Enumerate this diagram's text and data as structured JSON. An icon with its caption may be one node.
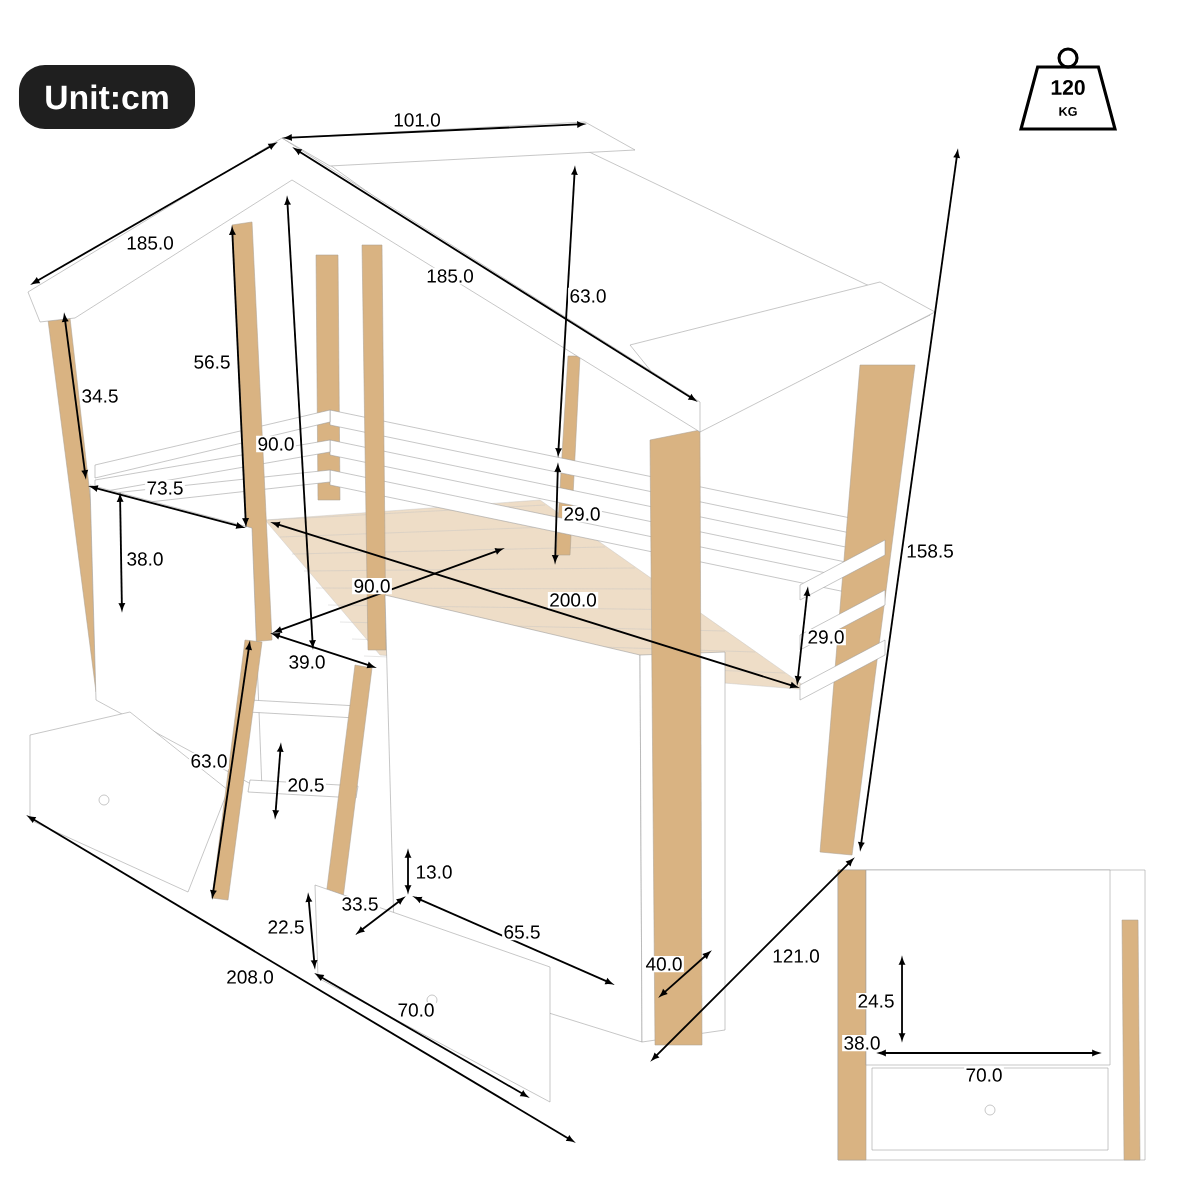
{
  "diagram": {
    "nodes": [
      {
        "text": [
          "Unit:cm"
        ]
      },
      {
        "text": [
          "120",
          "KG"
        ]
      }
    ],
    "labels": [
      "101.0",
      "185.0",
      "185.0",
      "63.0",
      "56.5",
      "34.5",
      "90.0",
      "73.5",
      "29.0",
      "38.0",
      "90.0",
      "200.0",
      "29.0",
      "39.0",
      "63.0",
      "20.5",
      "13.0",
      "33.5",
      "22.5",
      "65.5",
      "40.0",
      "121.0",
      "208.0",
      "70.0",
      "158.5",
      "24.5",
      "38.0",
      "70.0"
    ]
  }
}
